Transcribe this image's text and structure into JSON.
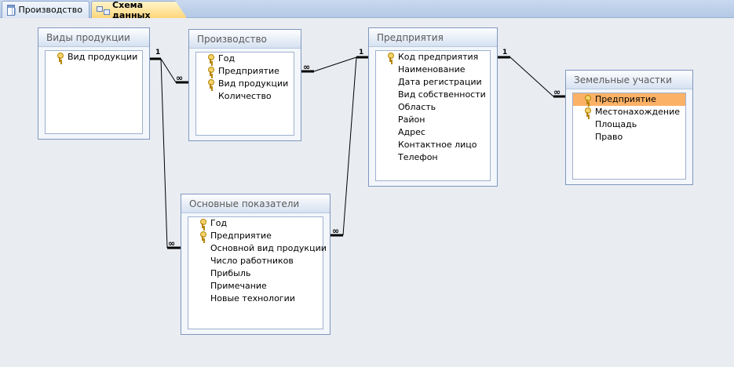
{
  "tabs": [
    {
      "label": "Производство",
      "icon": "table-icon",
      "active": false
    },
    {
      "label": "Схема данных",
      "icon": "relationships-icon",
      "active": true
    }
  ],
  "tables": {
    "vidy": {
      "title": "Виды продукции",
      "fields": [
        {
          "name": "Вид продукции",
          "key": true
        }
      ]
    },
    "proizvodstvo": {
      "title": "Производство",
      "fields": [
        {
          "name": "Год",
          "key": true
        },
        {
          "name": "Предприятие",
          "key": true
        },
        {
          "name": "Вид продукции",
          "key": true
        },
        {
          "name": "Количество",
          "key": false
        }
      ]
    },
    "predpriyatiya": {
      "title": "Предприятия",
      "fields": [
        {
          "name": "Код предприятия",
          "key": true
        },
        {
          "name": "Наименование",
          "key": false
        },
        {
          "name": "Дата регистрации",
          "key": false
        },
        {
          "name": "Вид собственности",
          "key": false
        },
        {
          "name": "Область",
          "key": false
        },
        {
          "name": "Район",
          "key": false
        },
        {
          "name": "Адрес",
          "key": false
        },
        {
          "name": "Контактное лицо",
          "key": false
        },
        {
          "name": "Телефон",
          "key": false
        }
      ]
    },
    "zemelnye": {
      "title": "Земельные участки",
      "fields": [
        {
          "name": "Предприятие",
          "key": true,
          "selected": true
        },
        {
          "name": "Местонахождение",
          "key": true
        },
        {
          "name": "Площадь",
          "key": false
        },
        {
          "name": "Право",
          "key": false
        }
      ]
    },
    "osnovnye": {
      "title": "Основные показатели",
      "fields": [
        {
          "name": "Год",
          "key": true
        },
        {
          "name": "Предприятие",
          "key": true
        },
        {
          "name": "Основной вид продукции",
          "key": false
        },
        {
          "name": "Число работников",
          "key": false
        },
        {
          "name": "Прибыль",
          "key": false
        },
        {
          "name": "Примечание",
          "key": false
        },
        {
          "name": "Новые технологии",
          "key": false
        }
      ]
    }
  },
  "relationship_labels": {
    "one": "1",
    "many": "∞"
  },
  "colors": {
    "selection": "#fcb266",
    "key": "#f3d36b",
    "active_tab": "#ffd77a",
    "canvas": "#e9ecf1"
  }
}
